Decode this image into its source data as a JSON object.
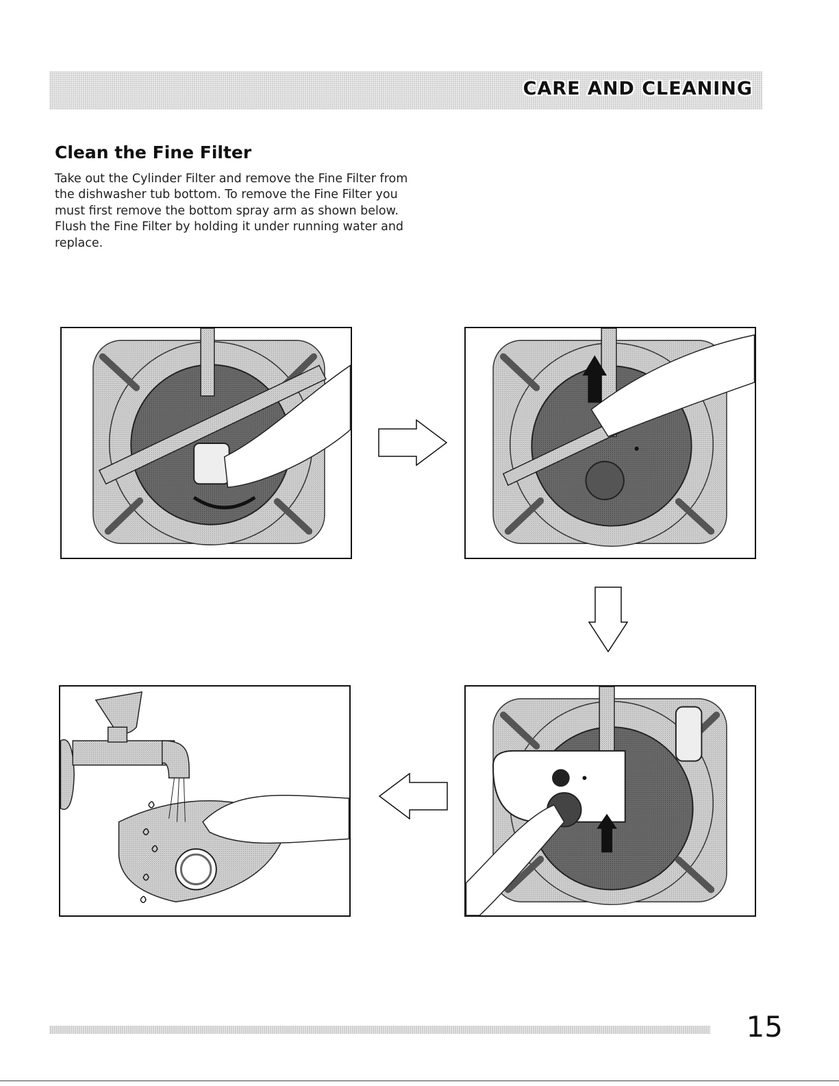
{
  "header": {
    "section": "CARE AND CLEANING"
  },
  "content": {
    "title": "Clean the Fine Filter",
    "body": "Take out the Cylinder Filter and remove the Fine Filter from the dishwasher tub bottom.  To remove the Fine Filter you must first remove the bottom spray arm as shown below. Flush the Fine Filter by holding it under running water and replace."
  },
  "footer": {
    "page_number": "15"
  },
  "colors": {
    "hatch_gray": "#bdbdbd",
    "dark_gray": "#555555",
    "ink": "#111111"
  },
  "icons": [
    "arrow-right-icon",
    "arrow-down-icon",
    "arrow-left-icon",
    "arrow-up-icon",
    "faucet-icon",
    "water-drop-icon"
  ]
}
